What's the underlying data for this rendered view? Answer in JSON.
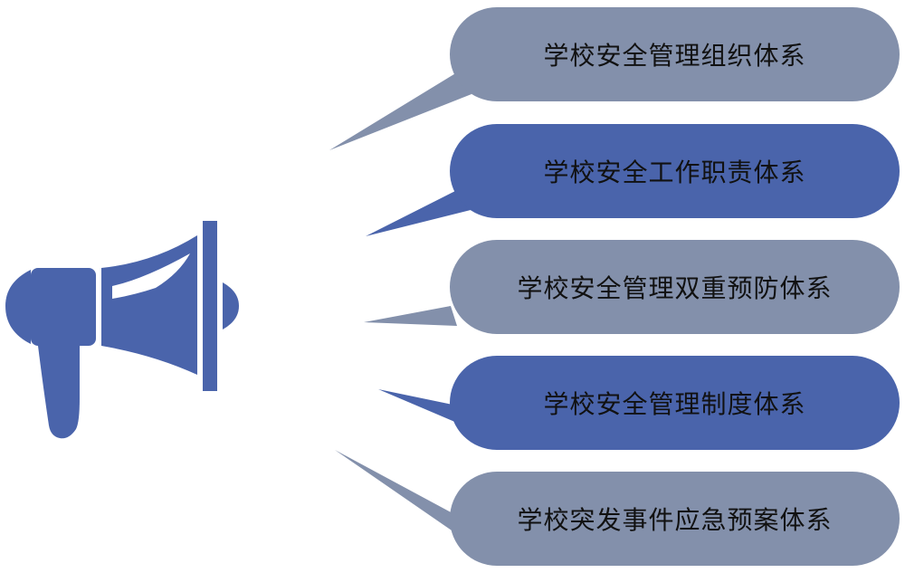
{
  "diagram": {
    "icon": "megaphone-icon",
    "colors": {
      "icon": "#4a64ab",
      "bubble_gray": "#8390ab",
      "bubble_blue": "#4a64ab",
      "label_text": "#111111"
    },
    "items": [
      {
        "label": "学校安全管理组织体系",
        "color": "gray"
      },
      {
        "label": "学校安全工作职责体系",
        "color": "blue"
      },
      {
        "label": "学校安全管理双重预防体系",
        "color": "gray"
      },
      {
        "label": "学校安全管理制度体系",
        "color": "blue"
      },
      {
        "label": "学校突发事件应急预案体系",
        "color": "gray"
      }
    ]
  }
}
